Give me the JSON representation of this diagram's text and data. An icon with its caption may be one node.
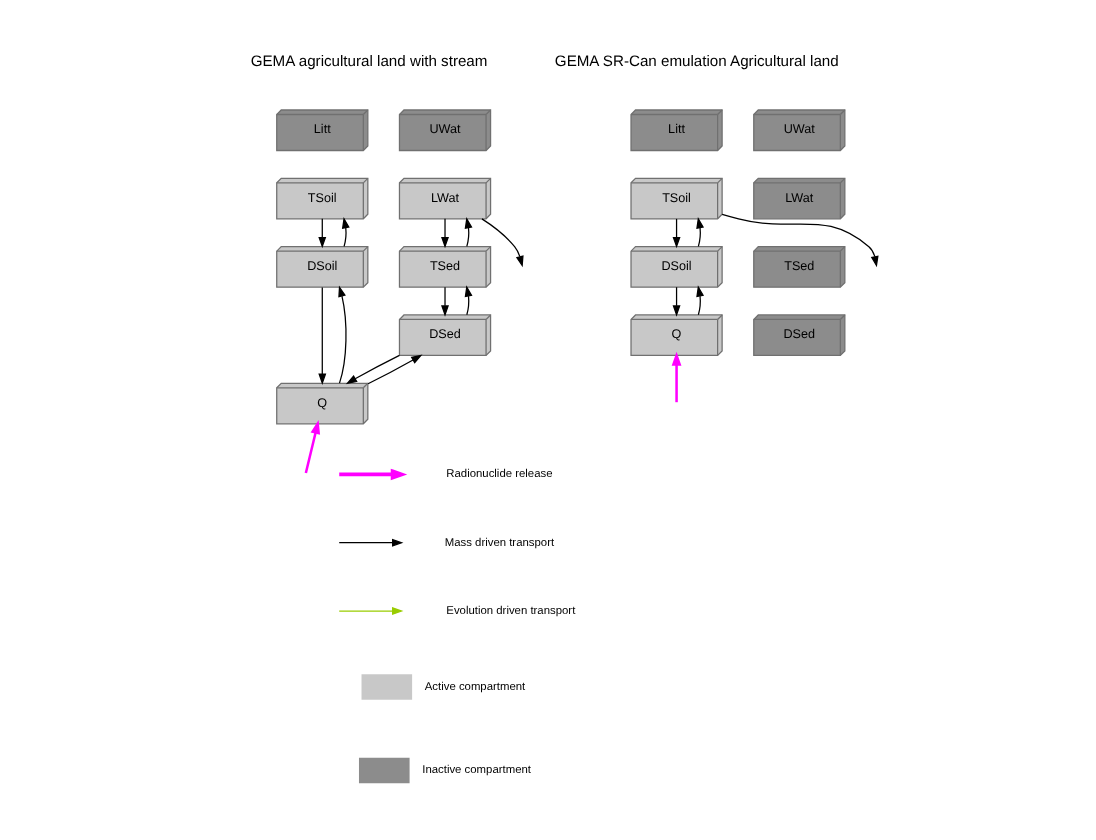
{
  "diagram": {
    "nodes": [
      {
        "text": [
          "Litt"
        ]
      },
      {
        "text": [
          "UWat"
        ]
      },
      {
        "text": [
          "TSoil"
        ]
      },
      {
        "text": [
          "LWat"
        ]
      },
      {
        "text": [
          "DSoil"
        ]
      },
      {
        "text": [
          "TSed"
        ]
      },
      {
        "text": [
          "DSed"
        ]
      },
      {
        "text": [
          "Q"
        ]
      },
      {
        "text": [
          "Litt"
        ]
      },
      {
        "text": [
          "UWat"
        ]
      },
      {
        "text": [
          "TSoil"
        ]
      },
      {
        "text": [
          "LWat"
        ]
      },
      {
        "text": [
          "DSoil"
        ]
      },
      {
        "text": [
          "TSed"
        ]
      },
      {
        "text": [
          "Q"
        ]
      },
      {
        "text": [
          "DSed"
        ]
      }
    ],
    "edges": [
      {
        "from": 2,
        "to": 4,
        "arrow": "to"
      },
      {
        "from": 4,
        "to": 2,
        "arrow": "to"
      },
      {
        "from": 4,
        "to": 7,
        "arrow": "to"
      },
      {
        "from": 7,
        "to": 4,
        "arrow": "to"
      },
      {
        "from": 3,
        "to": 5,
        "arrow": "to"
      },
      {
        "from": 5,
        "to": 3,
        "arrow": "to"
      },
      {
        "from": 5,
        "to": 6,
        "arrow": "to"
      },
      {
        "from": 6,
        "to": 5,
        "arrow": "to"
      },
      {
        "from": 6,
        "to": 7,
        "arrow": "to"
      },
      {
        "from": 7,
        "to": 6,
        "arrow": "to"
      },
      {
        "from": 3,
        "to": null,
        "arrow": "to"
      },
      {
        "from": null,
        "to": 7,
        "arrow": "to",
        "color": "#ff00ff"
      },
      {
        "from": 10,
        "to": 12,
        "arrow": "to"
      },
      {
        "from": 12,
        "to": 10,
        "arrow": "to"
      },
      {
        "from": 12,
        "to": 14,
        "arrow": "to"
      },
      {
        "from": 14,
        "to": 12,
        "arrow": "to"
      },
      {
        "from": 10,
        "to": null,
        "arrow": "to"
      },
      {
        "from": null,
        "to": 14,
        "arrow": "to",
        "color": "#ff00ff"
      }
    ],
    "labels": [
      "GEMA agricultural land with stream",
      "GEMA SR-Can emulation Agricultural land"
    ],
    "legend": [
      {
        "text": "Radionuclide release"
      },
      {
        "text": "Mass driven transport"
      },
      {
        "text": "Evolution driven transport"
      },
      {
        "text": "Active compartment"
      },
      {
        "text": "Inactive compartment"
      }
    ]
  }
}
